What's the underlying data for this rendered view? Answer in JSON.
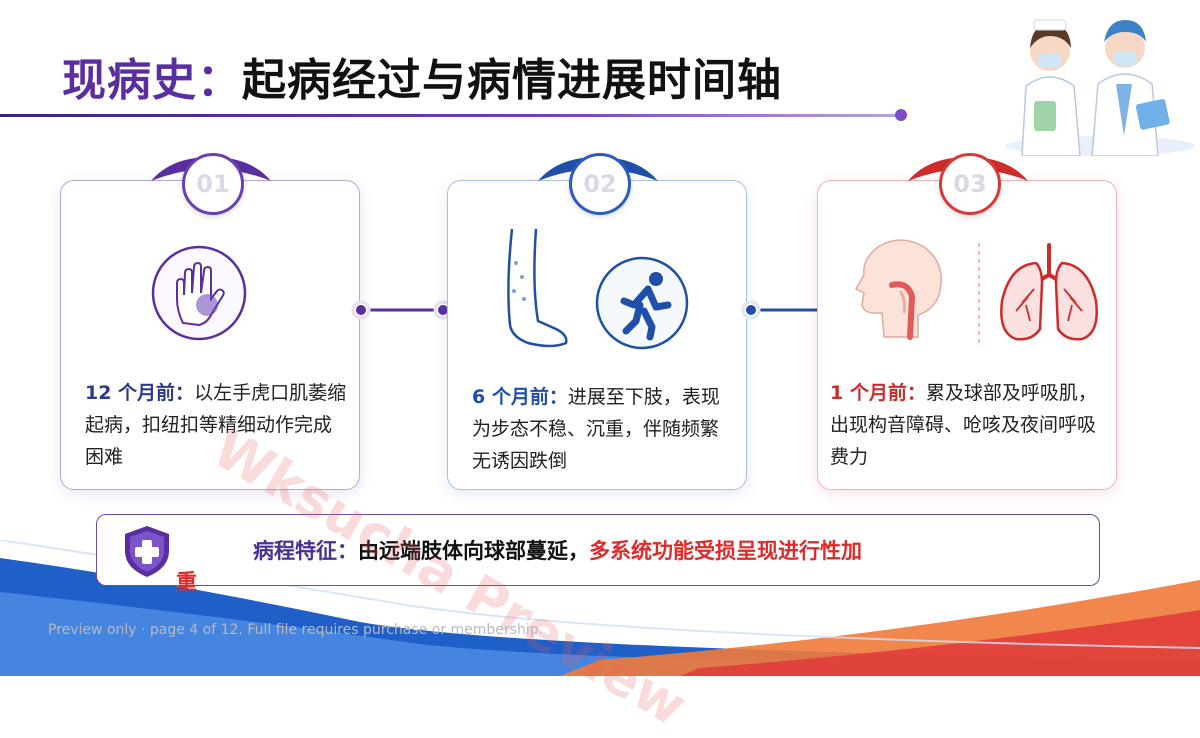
{
  "title": {
    "main": "现病史：",
    "rest": "起病经过与病情进展时间轴"
  },
  "colors": {
    "purple": "#5a2ea0",
    "blue": "#1f4fa8",
    "red": "#d02b2b",
    "summary_red": "#e02a2a"
  },
  "cards": [
    {
      "number": "01",
      "label": "12 个月前：",
      "text": "以左手虎口肌萎缩起病，扣纽扣等精细动作完成困难",
      "icons": [
        "hand-icon"
      ]
    },
    {
      "number": "02",
      "label": "6 个月前：",
      "text": "进展至下肢，表现为步态不稳、沉重，伴随频繁无诱因跌倒",
      "icons": [
        "leg-icon",
        "falling-person-icon"
      ]
    },
    {
      "number": "03",
      "label": "1 个月前：",
      "text": "累及球部及呼吸肌，出现构音障碍、呛咳及夜间呼吸费力",
      "icons": [
        "throat-icon",
        "lungs-icon"
      ]
    }
  ],
  "summary": {
    "label": "病程特征：",
    "text": "由远端肢体向球部蔓延，",
    "highlight": "多系统功能受损呈现进行性加",
    "wrap": "重",
    "icon": "medical-shield-icon"
  },
  "watermark": "Wksucha Preview",
  "preview_note": "Preview only · page 4 of 12. Full file requires purchase or membership.",
  "header_illustration": "doctors-illustration"
}
